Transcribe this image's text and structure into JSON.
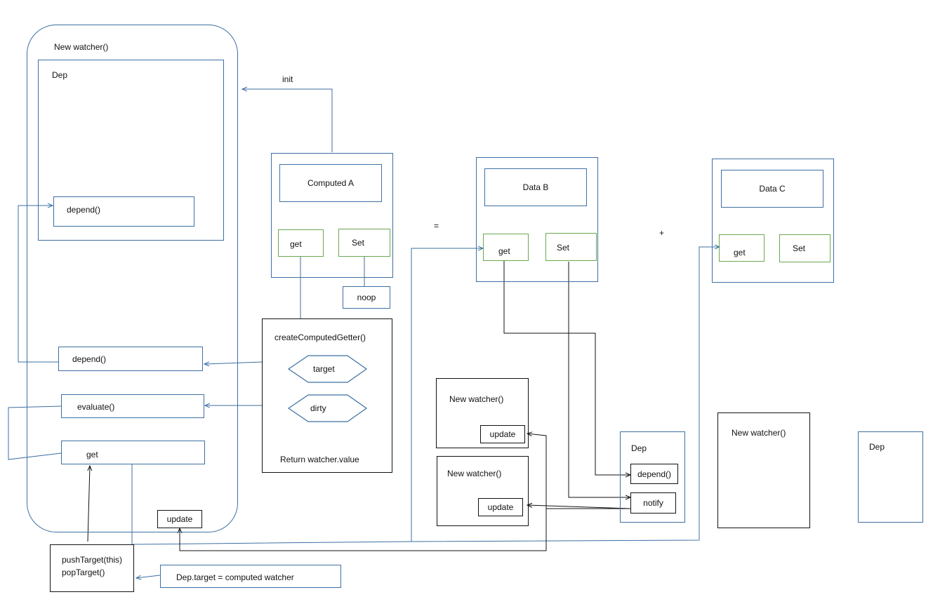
{
  "left_watcher": {
    "title": "New watcher()",
    "dep_label": "Dep",
    "dep_depend": "depend()",
    "depend": "depend()",
    "evaluate": "evaluate()",
    "get": "get",
    "update": "update"
  },
  "init_label": "init",
  "computed_a": {
    "title": "Computed A",
    "get": "get",
    "set": "Set",
    "noop": "noop"
  },
  "getter": {
    "title": "createComputedGetter()",
    "target": "target",
    "dirty": "dirty",
    "return": "Return watcher.value"
  },
  "equals": "=",
  "plus": "+",
  "data_b": {
    "title": "Data B",
    "get": "get",
    "set": "Set"
  },
  "data_c": {
    "title": "Data C",
    "get": "get",
    "set": "Set"
  },
  "watcher_1": {
    "title": "New watcher()",
    "update": "update"
  },
  "watcher_2": {
    "title": "New watcher()",
    "update": "update"
  },
  "dep_b": {
    "label": "Dep",
    "depend": "depend()",
    "notify": "notify"
  },
  "watcher_3": {
    "title": "New watcher()"
  },
  "dep_c": {
    "label": "Dep"
  },
  "push_pop": {
    "push": "pushTarget(this)",
    "pop": "popTarget()"
  },
  "dep_target": "Dep.target = computed watcher"
}
